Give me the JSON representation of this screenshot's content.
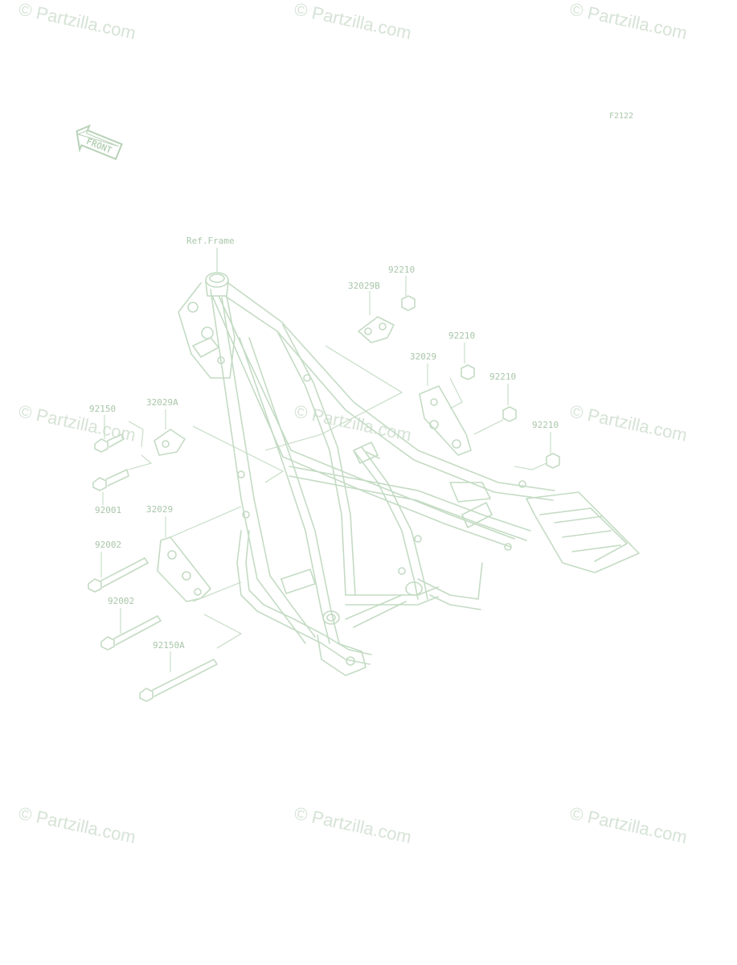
{
  "diagram": {
    "figure_code": "F2122",
    "front_label": "FRONT",
    "ref_label": "Ref.Frame",
    "colors": {
      "line": "#c4dbc4",
      "text": "#a9c6a9",
      "watermark": "#d6e3d6"
    },
    "parts": [
      {
        "id": "p1",
        "label": "92210"
      },
      {
        "id": "p2",
        "label": "32029B"
      },
      {
        "id": "p3",
        "label": "92210"
      },
      {
        "id": "p4",
        "label": "32029"
      },
      {
        "id": "p5",
        "label": "92210"
      },
      {
        "id": "p6",
        "label": "92210"
      },
      {
        "id": "p7",
        "label": "92150"
      },
      {
        "id": "p8",
        "label": "32029A"
      },
      {
        "id": "p9",
        "label": "92001"
      },
      {
        "id": "p10",
        "label": "32029"
      },
      {
        "id": "p11",
        "label": "92002"
      },
      {
        "id": "p12",
        "label": "92002"
      },
      {
        "id": "p13",
        "label": "92150A"
      }
    ]
  },
  "watermark": {
    "text": "© Partzilla.com"
  }
}
